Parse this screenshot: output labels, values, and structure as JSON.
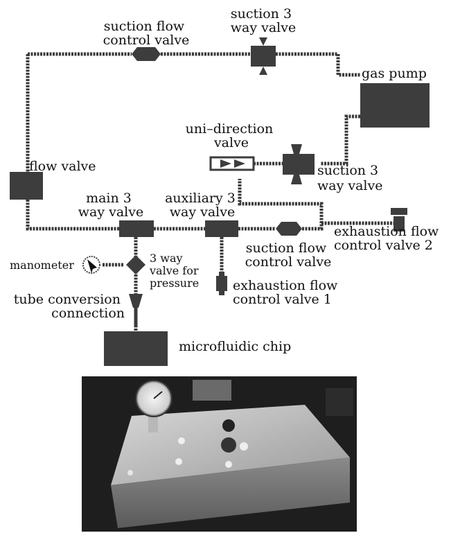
{
  "components": {
    "suction_flow_control_valve_top": [
      "suction flow",
      "control valve"
    ],
    "suction_3way_valve_top": [
      "suction 3",
      "way valve"
    ],
    "gas_pump": "gas pump",
    "uni_direction_valve": [
      "uni–direction",
      "valve"
    ],
    "suction_3way_valve_mid": [
      "suction 3",
      "way valve"
    ],
    "flow_valve": "flow valve",
    "main_3way_valve": [
      "main 3",
      "way valve"
    ],
    "auxiliary_3way_valve": [
      "auxiliary 3",
      "way valve"
    ],
    "exhaustion_flow_control_valve_2": [
      "exhaustion flow",
      "control valve 2"
    ],
    "suction_flow_control_valve_bottom": [
      "suction flow",
      "control valve"
    ],
    "manometer": "manometer",
    "valve_for_pressure": [
      "3 way",
      "valve for",
      "pressure"
    ],
    "exhaustion_flow_control_valve_1": [
      "exhaustion flow",
      "control valve 1"
    ],
    "tube_conversion_connection": [
      "tube conversion",
      "connection"
    ],
    "microfluidic_chip": "microfluidic chip"
  },
  "colors": {
    "pipe": "#3a3a3a",
    "component": "#3d3d3d",
    "background": "#ffffff"
  }
}
